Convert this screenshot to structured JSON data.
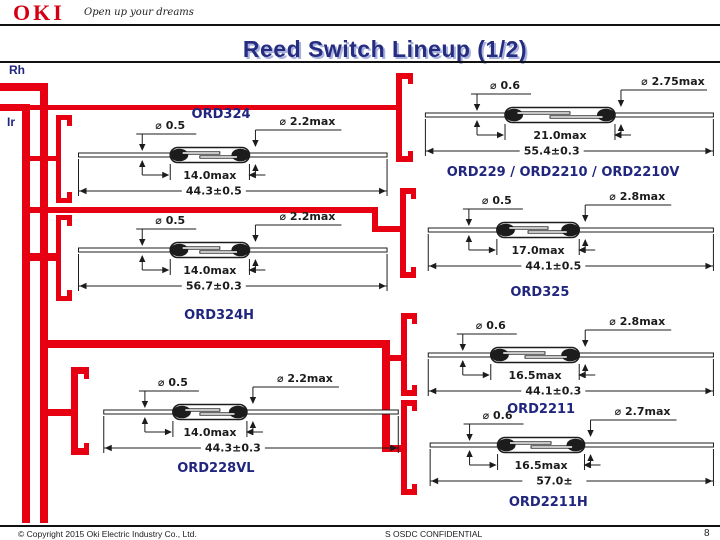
{
  "slide": {
    "logo": {
      "text": "OKI",
      "tagline": "Open up your dreams"
    },
    "title": "Reed Switch Lineup (1/2)",
    "branches": {
      "top": "Rh",
      "bottom": "Ir"
    },
    "footer": {
      "copyright": "© Copyright 2015 Oki Electric Industry Co., Ltd.",
      "classification": "S OSDC CONFIDENTIAL",
      "page_number": "8"
    }
  },
  "diagrams": [
    {
      "label": "ORD324",
      "wire_diameter": "⌀ 0.5",
      "body_diameter": "⌀ 2.2max",
      "body_length": "14.0max",
      "total_length": "44.3±0.5"
    },
    {
      "label": "ORD229 / ORD2210 / ORD2210V",
      "wire_diameter": "⌀ 0.6",
      "body_diameter": "⌀ 2.75max",
      "body_length": "21.0max",
      "total_length": "55.4±0.3"
    },
    {
      "label": "ORD324H",
      "wire_diameter": "⌀ 0.5",
      "body_diameter": "⌀ 2.2max",
      "body_length": "14.0max",
      "total_length": "56.7±0.3"
    },
    {
      "label": "ORD325",
      "wire_diameter": "⌀ 0.5",
      "body_diameter": "⌀ 2.8max",
      "body_length": "17.0max",
      "total_length": "44.1±0.5"
    },
    {
      "label": "ORD228VL",
      "wire_diameter": "⌀ 0.5",
      "body_diameter": "⌀ 2.2max",
      "body_length": "14.0max",
      "total_length": "44.3±0.3"
    },
    {
      "label": "ORD2211",
      "wire_diameter": "⌀ 0.6",
      "body_diameter": "⌀ 2.8max",
      "body_length": "16.5max",
      "total_length": "44.1±0.3"
    },
    {
      "label": "ORD2211H",
      "wire_diameter": "⌀ 0.6",
      "body_diameter": "⌀ 2.7max",
      "body_length": "16.5max",
      "total_length": "57.0±"
    }
  ],
  "colors": {
    "brand_red": "#e60012",
    "navy": "#20257e",
    "drawing_black": "#1c1c1c"
  }
}
